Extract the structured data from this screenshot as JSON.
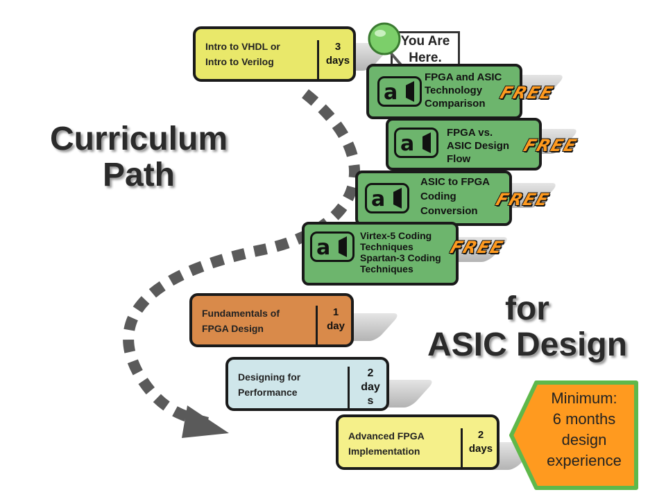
{
  "title": {
    "line1": "Curriculum",
    "line2": "Path"
  },
  "subtitle": {
    "line1": "for",
    "line2": "ASIC Design"
  },
  "marker": {
    "line1": "You Are",
    "line2": "Here."
  },
  "courses": [
    {
      "title": "Intro to VHDL or\nIntro to Verilog",
      "duration": "3\ndays",
      "color": "#e9e86a"
    },
    {
      "title": "Fundamentals of\nFPGA Design",
      "duration": "1\nday",
      "color": "#d98a4a"
    },
    {
      "title": "Designing for\nPerformance",
      "duration": "2\nday\ns",
      "color": "#cfe6ea"
    },
    {
      "title": "Advanced FPGA\nImplementation",
      "duration": "2\ndays",
      "color": "#f5f08a"
    }
  ],
  "recorded": [
    {
      "label": "FPGA and ASIC\nTechnology\nComparison",
      "badge": "FREE",
      "icon": "camera-icon"
    },
    {
      "label": "FPGA vs.\nASIC Design\nFlow",
      "badge": "FREE",
      "icon": "camera-icon"
    },
    {
      "label": "ASIC to FPGA\nCoding\nConversion",
      "badge": "FREE",
      "icon": "camera-icon"
    },
    {
      "label": "Virtex-5 Coding\nTechniques\nSpartan-3 Coding\nTechniques",
      "badge": "FREE",
      "icon": "camera-icon"
    }
  ],
  "requirement": {
    "line1": "Minimum:",
    "line2": "6 months",
    "line3": "design",
    "line4": "experience",
    "color": "#ff9a1f",
    "border": "#5fb84a"
  }
}
